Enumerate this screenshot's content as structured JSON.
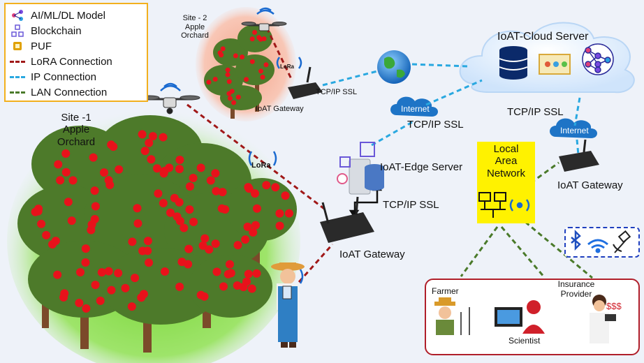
{
  "legend": {
    "items": [
      {
        "label": "AI/ML/DL Model",
        "icon": "ai-model-icon"
      },
      {
        "label": "Blockchain",
        "icon": "blockchain-icon"
      },
      {
        "label": "PUF",
        "icon": "puf-chip-icon",
        "color": "#e0a100"
      },
      {
        "label": "LoRA Connection",
        "icon": "lora-line",
        "color": "#a01818"
      },
      {
        "label": "IP Connection",
        "icon": "ip-line",
        "color": "#29a8e0"
      },
      {
        "label": "LAN Connection",
        "icon": "lan-line",
        "color": "#4a7a2a"
      }
    ]
  },
  "site1": {
    "line1": "Site -1",
    "line2": "Apple",
    "line3": "Orchard"
  },
  "site2": {
    "line1": "Site - 2",
    "line2": "Apple",
    "line3": "Orchard"
  },
  "cloud": {
    "title": "IoAT-Cloud Server"
  },
  "edge_server": {
    "label": "IoAT-Edge Server"
  },
  "internet_label": "Internet",
  "internet_label2": "Internet",
  "tcp_ssl": [
    "TCP/IP SSL",
    "TCP/IP SSL",
    "TCP/IP SSL",
    "TCP/IP SSL"
  ],
  "lora_label": "LoRa",
  "lora_label_small": "LoRa",
  "gateways": [
    "IoAT Gateway",
    "IoAT Gateway",
    "IoAT Gateway"
  ],
  "lan": {
    "line1": "Local",
    "line2": "Area",
    "line3": "Network"
  },
  "stakeholders": {
    "farmer": "Farmer",
    "scientist": "Scientist",
    "insurance1": "Insurance",
    "insurance2": "Provider",
    "money": "$$$"
  },
  "colors": {
    "lora": "#a01818",
    "ip": "#29a8e0",
    "lan": "#4a7a2a",
    "lan_box": "#fff200",
    "stake_border": "#b01f2a",
    "wireless_box": "#1f3fbf"
  }
}
